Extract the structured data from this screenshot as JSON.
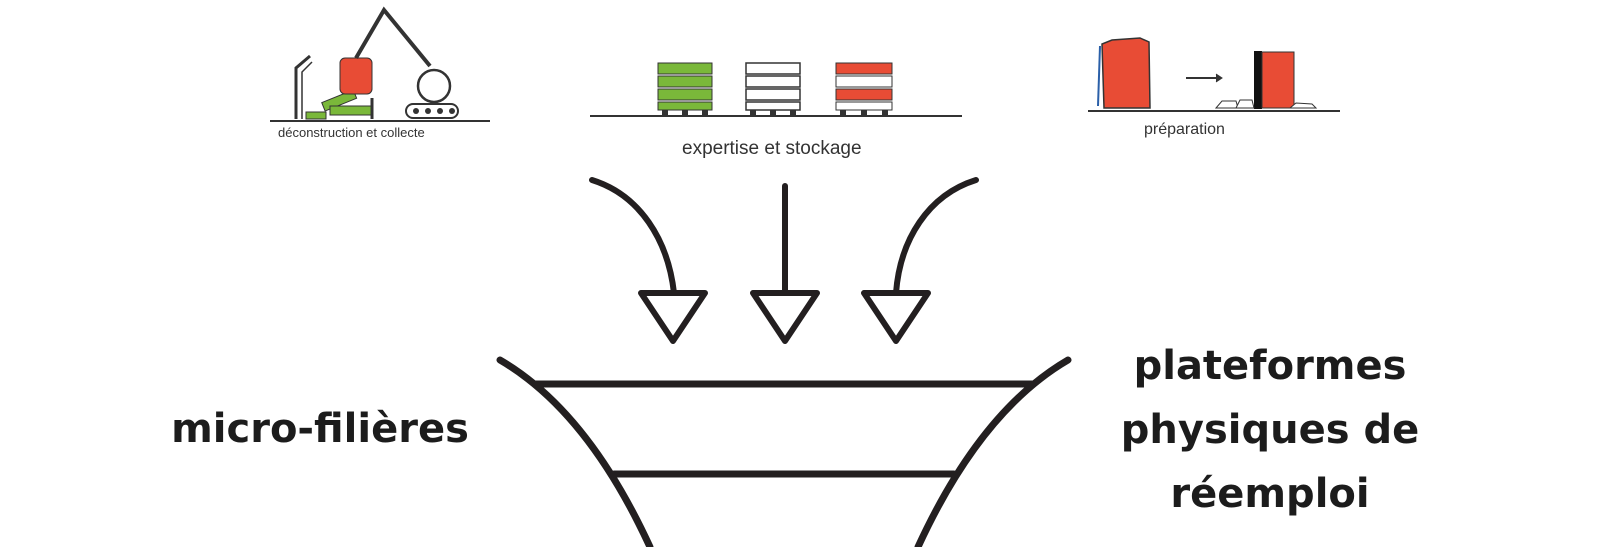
{
  "stages": [
    {
      "caption": "déconstruction et collecte",
      "icon": "excavator-demolition-icon"
    },
    {
      "caption": "expertise et stockage",
      "icon": "pallet-storage-icon"
    },
    {
      "caption": "préparation",
      "icon": "material-preparation-icon"
    }
  ],
  "funnel": {
    "left_label": "micro-filières",
    "right_label_lines": [
      "plateformes",
      "physiques de",
      "réemploi"
    ]
  },
  "colors": {
    "stroke": "#231f20",
    "red": "#e84c35",
    "green": "#7ab83a",
    "text": "#1c1c1c"
  }
}
